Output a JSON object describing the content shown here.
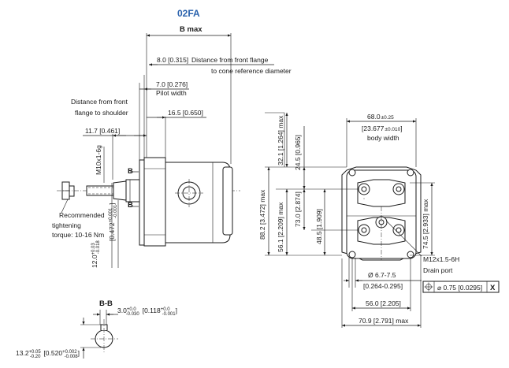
{
  "title": "02FA",
  "labels": {
    "b_max": "B max",
    "dist_cone_value": "8.0 [0.315]",
    "dist_cone_text_1": "Distance from front flange",
    "dist_cone_text_2": "to cone reference diameter",
    "pilot_value": "7.0 [0.276]",
    "pilot_text": "Pilot width",
    "shoulder_text_1": "Distance from front",
    "shoulder_text_2": "flange to shoulder",
    "shoulder_value": "11.7 [0.461]",
    "flange_value": "16.5 [0.650]",
    "thread": "M10x1-6g",
    "section_mark_top": "B",
    "section_mark_bottom": "B",
    "recommended_1": "Recommended",
    "recommended_2": "tightening",
    "recommended_3": "torque: 10-16 Nm",
    "taper_dia": "12.0",
    "taper_tol_plus": "+0.03",
    "taper_tol_minus": "-0.018",
    "taper_inch": "[0.472",
    "taper_inch_tol_plus": "+0.001",
    "taper_inch_tol_minus": "-0.001",
    "taper_inch_close": "]",
    "height_total": "88.2 [3.472] max",
    "height_lower": "56.1 [2.209] max",
    "height_upper": "32.1 [1.264] max",
    "port_offset": "24.5 [0.965]",
    "port_spacing": "73.0 [2.874]",
    "port_lower": "48.5 [1.909]",
    "body_width_value": "68.0",
    "body_width_tol": "±0.25",
    "body_width_inch": "[23.677",
    "body_width_inch_tol": "±0.010",
    "body_width_inch_close": "]",
    "body_width_text": "body width",
    "height_right": "74.5 [2.933] max",
    "drain_thread": "M12x1.5-6H",
    "drain_text": "Drain port",
    "hole_dia": "Ø 6.7-7.5",
    "hole_dia_inch": "[0.264-0.295]",
    "position_tol": "0.75 [0.0295]",
    "position_datum": "X",
    "hole_spacing": "56.0 [2.205]",
    "overall_width": "70.9 [2.791] max",
    "section_title": "B-B",
    "key_width": "3.0",
    "key_width_tol_plus": "+0.0",
    "key_width_tol_minus": "-0.030",
    "key_width_inch": "[0.118",
    "key_width_inch_tol_plus": "+0.0",
    "key_width_inch_tol_minus": "-0.001",
    "key_width_inch_close": "]",
    "key_depth": "13.2",
    "key_depth_tol_plus": "+0.05",
    "key_depth_tol_minus": "-0.20",
    "key_depth_inch": "[0.520",
    "key_depth_inch_tol_plus": "+0.002",
    "key_depth_inch_tol_minus": "-0.008",
    "key_depth_inch_close": "]"
  },
  "icons": {
    "position_tolerance": "position-symbol",
    "diameter": "diameter-symbol"
  }
}
